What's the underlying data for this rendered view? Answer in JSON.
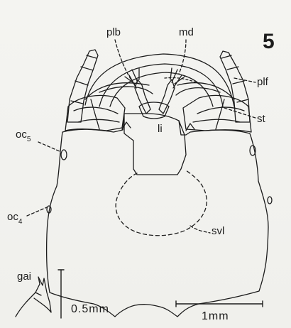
{
  "figure_number": "5",
  "labels": {
    "plb": "plb",
    "md": "md",
    "plf": "plf",
    "st": "st",
    "li": "li",
    "oc5": {
      "base": "oc",
      "sub": "5"
    },
    "oc4": {
      "base": "oc",
      "sub": "4"
    },
    "svl": "svl",
    "gai": "gai"
  },
  "scale_bars": {
    "vertical": "0.5mm",
    "horizontal": "1mm"
  },
  "colors": {
    "ink": "#1c1c1c",
    "paper": "#f2f2ee"
  }
}
